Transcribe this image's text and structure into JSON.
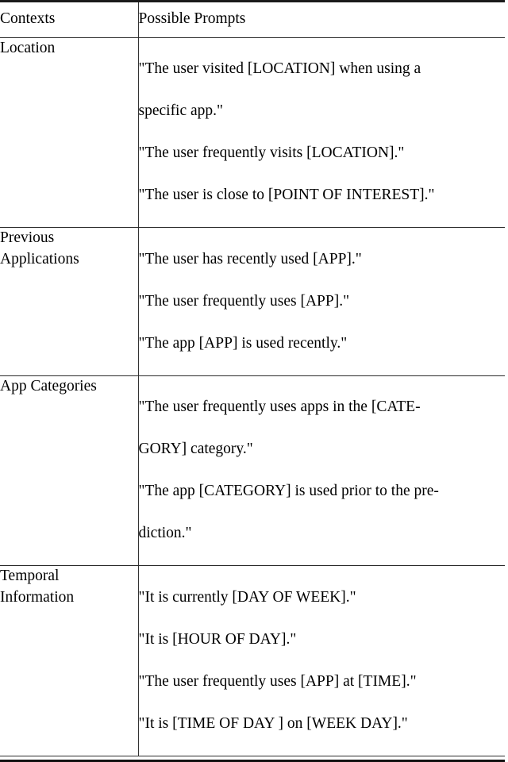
{
  "table": {
    "header": {
      "context_label": "Contexts",
      "prompts_label": "Possible Prompts"
    },
    "rows": [
      {
        "context": "Location",
        "prompts": [
          "\"The user visited [LOCATION] when using a",
          "specific app.\"",
          "\"The user frequently visits [LOCATION].\"",
          "\"The user is close to [POINT OF INTEREST].\""
        ]
      },
      {
        "context": "Previous\nApplications",
        "prompts": [
          "\"The user has recently used [APP].\"",
          "\"The user frequently uses [APP].\"",
          "\"The app [APP] is used recently.\""
        ]
      },
      {
        "context": "App Categories",
        "prompts": [
          "\"The user frequently uses apps in the [CATE-",
          "GORY] category.\"",
          "\"The app [CATEGORY] is used prior to the pre-",
          "diction.\""
        ]
      },
      {
        "context": "Temporal\nInformation",
        "prompts": [
          "\"It is currently [DAY OF WEEK].\"",
          "\"It is [HOUR OF DAY].\"",
          "\"The user frequently uses [APP] at [TIME].\"",
          "\"It is [TIME OF DAY ] on [WEEK DAY].\""
        ]
      }
    ]
  },
  "colors": {
    "text": "#000000",
    "rule": "#1a1a1a",
    "background": "#ffffff"
  }
}
